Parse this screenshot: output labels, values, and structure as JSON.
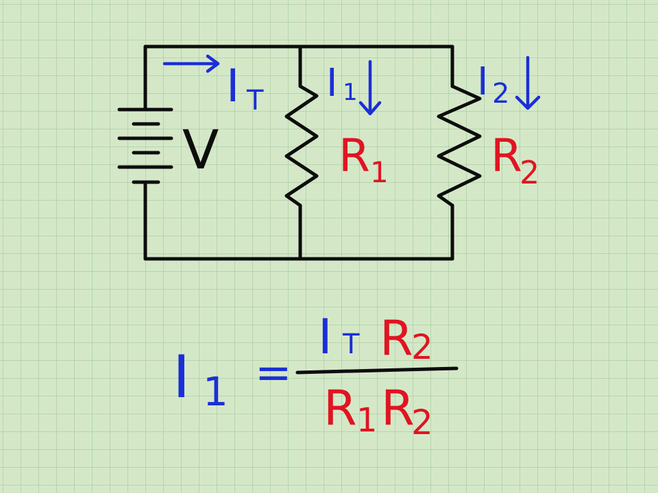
{
  "circuit": {
    "source_label": "V",
    "total_current": {
      "main": "I",
      "sub": "T"
    },
    "branch1": {
      "current_main": "I",
      "current_sub": "1",
      "resistor_main": "R",
      "resistor_sub": "1"
    },
    "branch2": {
      "current_main": "I",
      "current_sub": "2",
      "resistor_main": "R",
      "resistor_sub": "2"
    }
  },
  "formula": {
    "lhs_main": "I",
    "lhs_sub": "1",
    "equals": "=",
    "numerator": [
      {
        "main": "I",
        "sub": "T",
        "color": "blue"
      },
      {
        "main": "R",
        "sub": "2",
        "color": "red"
      }
    ],
    "denominator": [
      {
        "main": "R",
        "sub": "1",
        "color": "red"
      },
      {
        "main": "R",
        "sub": "2",
        "color": "red"
      }
    ]
  },
  "colors": {
    "background": "#d4e8c8",
    "wire": "#0d0d0d",
    "current": "#1b2fd6",
    "resistance": "#e01422"
  }
}
